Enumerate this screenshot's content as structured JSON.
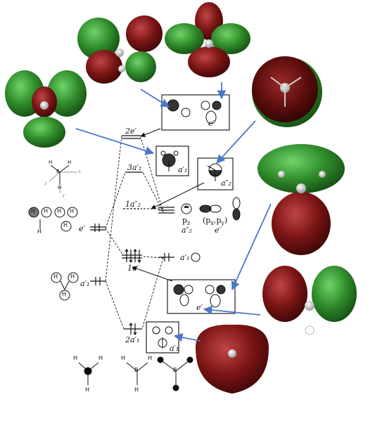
{
  "mo_labels": {
    "e_prime_2": "2e′",
    "a1_prime_3": "3a′₁",
    "a2_dprime_1": "1a″₂",
    "e_prime_1": "1e′",
    "a1_prime_2": "2a′₁"
  },
  "fragment_left": {
    "e_prime": "e′",
    "a1_prime": "a′₁",
    "h_atom": "H"
  },
  "fragment_right": {
    "pz": "p",
    "pz_sub": "z",
    "a2_dprime": "a″₂",
    "pxpy": "(p",
    "pxpy_mid": "x",
    "pxpy_sep": ",p",
    "pxpy_end": "y",
    "pxpy_close": ")",
    "e_prime": "e′",
    "a1_prime": "a′₁"
  },
  "box_labels": {
    "top_box": "e′",
    "mid_box": "a′₁",
    "right_box": "a″₂",
    "lower_box": "e′",
    "bottom_box": "a′₁"
  },
  "axes": {
    "x": "x",
    "y": "y",
    "z": "z",
    "b": "B",
    "h": "H"
  },
  "structures": {
    "h": "H",
    "b": "B"
  },
  "colors": {
    "lobe_green": "#2f8a2a",
    "lobe_red": "#7a1414",
    "arrow_blue": "#4a78c8",
    "line": "#111111"
  }
}
